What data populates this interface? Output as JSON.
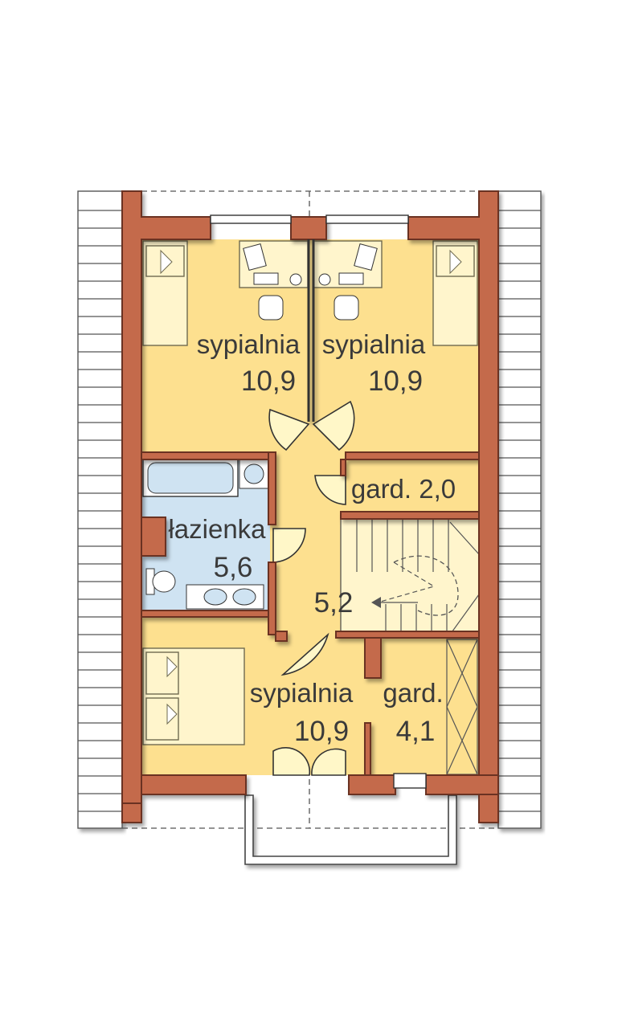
{
  "rooms": [
    {
      "name": "sypialnia",
      "area": "10,9"
    },
    {
      "name": "sypialnia",
      "area": "10,9"
    },
    {
      "name": "łazienka",
      "area": "5,6"
    },
    {
      "name": "gard. 2,0"
    },
    {
      "name": "",
      "area": "5,2"
    },
    {
      "name": "sypialnia",
      "area": "10,9"
    },
    {
      "name": "gard.",
      "area": "4,1"
    }
  ],
  "colors": {
    "wall": "#c46a4b",
    "floor": "#fde08f",
    "bathroom_floor": "#cfe3f2",
    "furniture": "#fff5cc"
  }
}
